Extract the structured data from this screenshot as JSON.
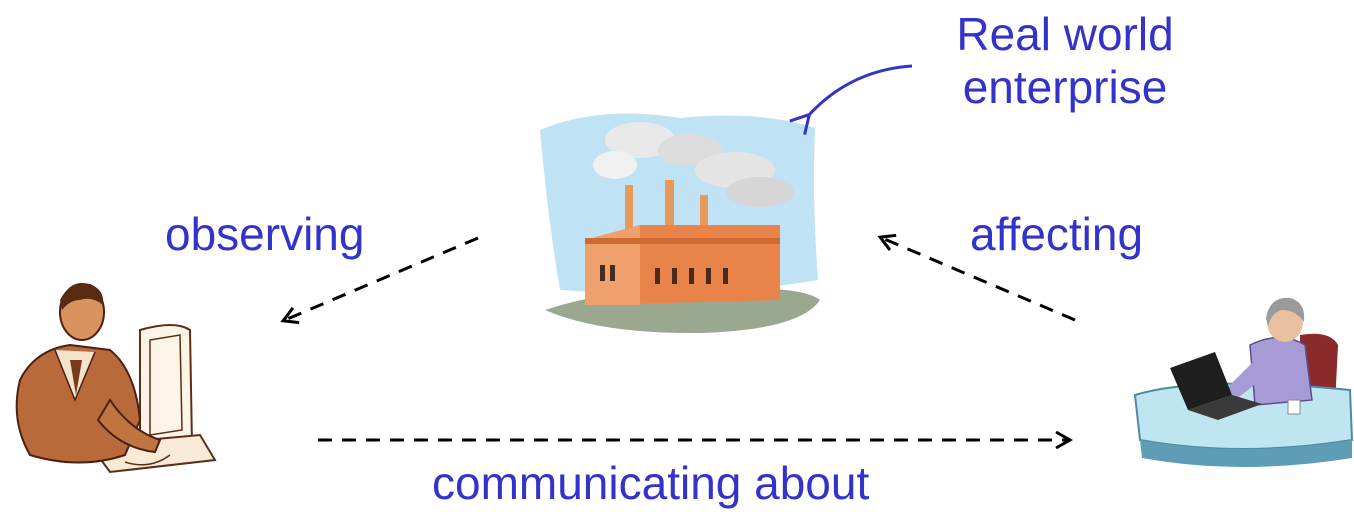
{
  "diagram": {
    "labels": {
      "real_world": "Real world enterprise",
      "observing": "observing",
      "affecting": "affecting",
      "communicating": "communicating about"
    },
    "pictures": {
      "factory": "factory-icon",
      "observer": "man-at-computer-icon",
      "actor": "woman-at-laptop-icon"
    },
    "colors": {
      "text": "#3333cc",
      "arrow_dashed": "#000000",
      "arrow_pointer": "#3333cc",
      "sky": "#bfe3f5",
      "building": "#e8844a"
    }
  }
}
